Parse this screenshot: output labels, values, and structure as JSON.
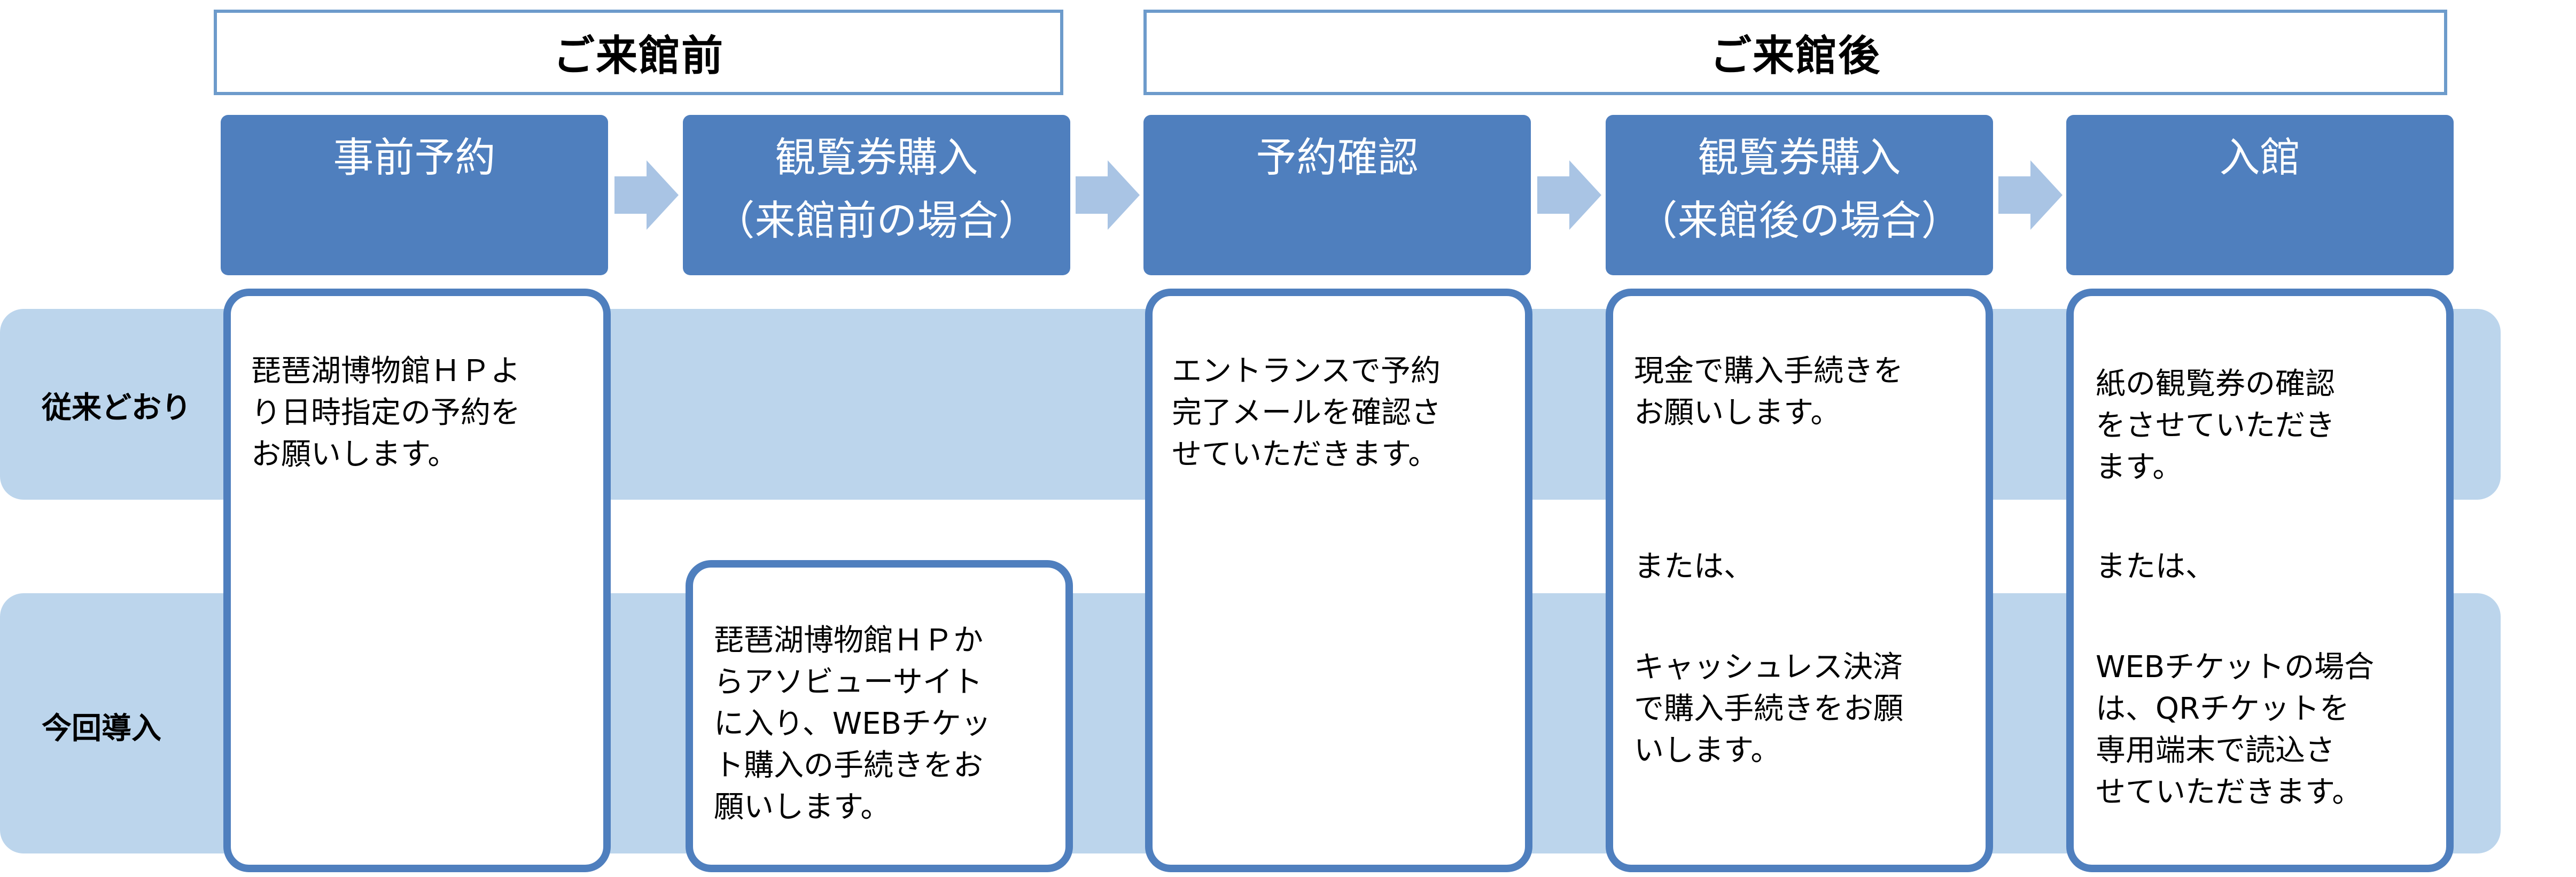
{
  "phases": {
    "before": "ご来館前",
    "after": "ご来館後"
  },
  "steps": [
    {
      "line1": "事前予約",
      "line2": ""
    },
    {
      "line1": "観覧券購入",
      "line2": "（来館前の場合）"
    },
    {
      "line1": "予約確認",
      "line2": ""
    },
    {
      "line1": "観覧券購入",
      "line2": "（来館後の場合）"
    },
    {
      "line1": "入館",
      "line2": ""
    }
  ],
  "rows": {
    "conventional": "従来どおり",
    "new": "今回導入"
  },
  "cells": {
    "reservation": "琵琶湖博物館ＨＰよ\nり日時指定の予約を\nお願いします。",
    "web_ticket": "琵琶湖博物館ＨＰか\nらアソビューサイト\nに入り、WEBチケッ\nト購入の手続きをお\n願いします。",
    "confirm": "エントランスで予約\n完了メールを確認さ\nせていただきます。",
    "cash": "現金で購入手続きを\nお願いします。",
    "or_1": "または、",
    "cashless": "キャッシュレス決済\nで購入手続きをお願\nいします。",
    "paper": "紙の観覧券の確認\nをさせていただき\nます。",
    "or_2": "または、",
    "qr": "WEBチケットの場合\nは、QRチケットを\n専用端末で読込さ\nせていただきます。"
  },
  "colors": {
    "step_fill": "#4f7fbe",
    "band_fill": "#bcd5ec",
    "phase_border": "#6d9bcb",
    "arrow_fill": "#a9c4e4"
  }
}
